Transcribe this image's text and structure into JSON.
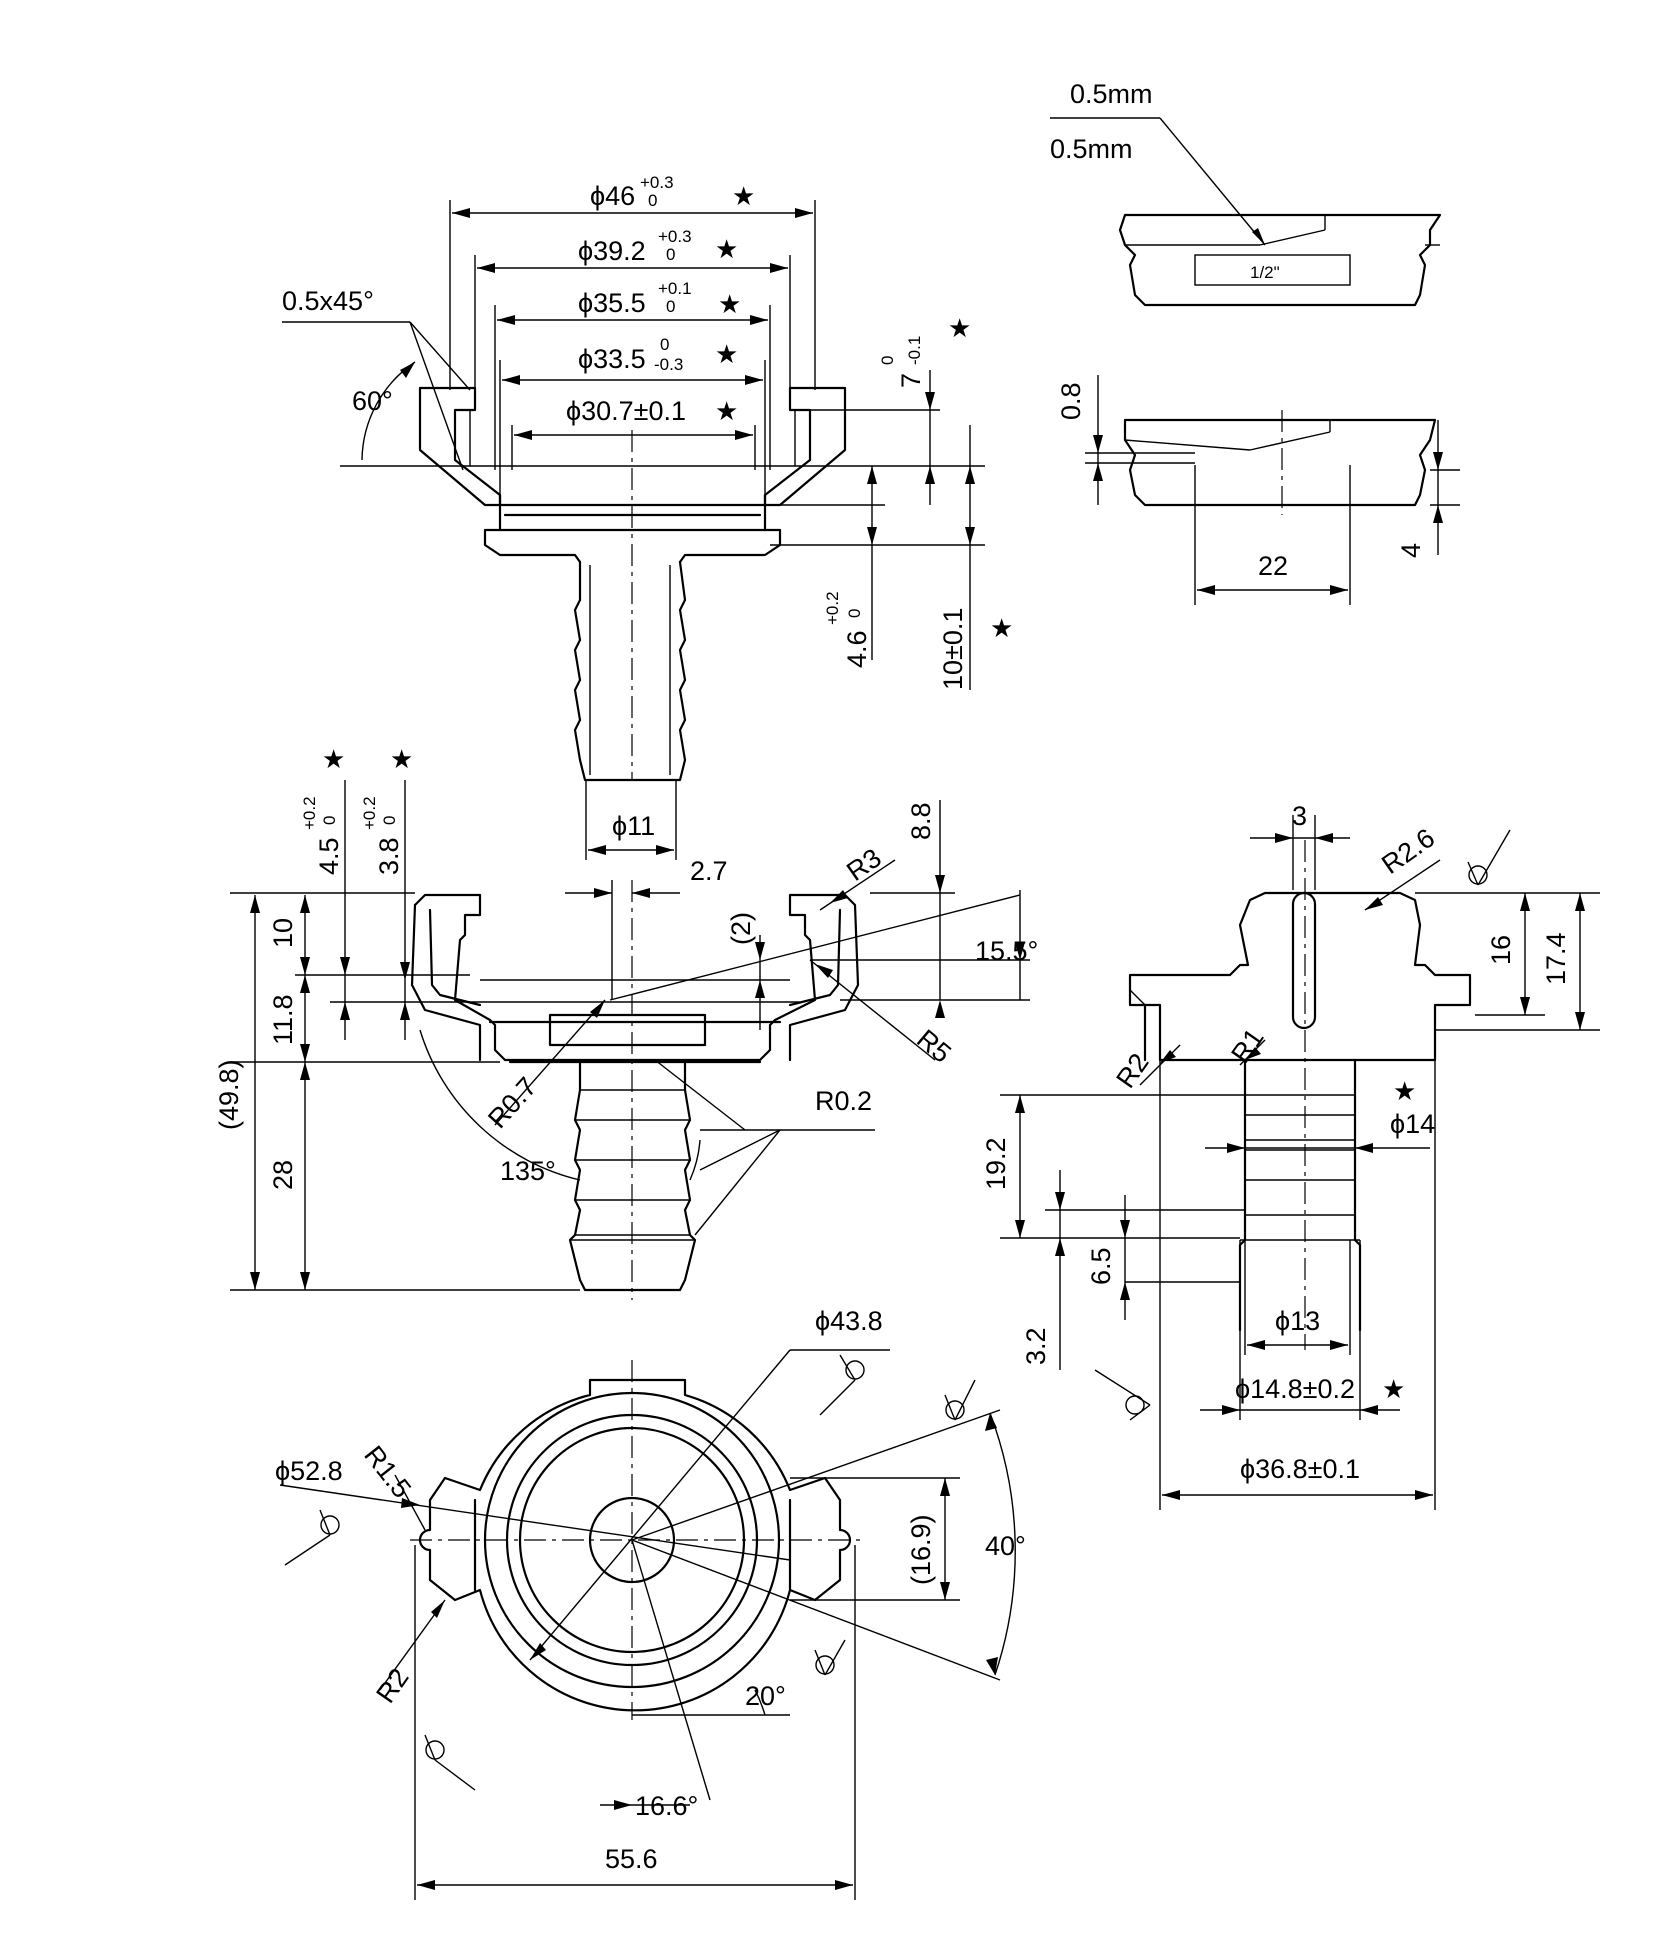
{
  "note": {
    "line1": "0.5mm",
    "line2": "0.5mm"
  },
  "size_label": "1/2\"",
  "star": "★",
  "top_view": {
    "d46": {
      "main": "ϕ46",
      "up": "+0.3",
      "low": "0"
    },
    "d39_2": {
      "main": "ϕ39.2",
      "up": "+0.3",
      "low": "0"
    },
    "d35_5": {
      "main": "ϕ35.5",
      "up": "+0.1",
      "low": "0"
    },
    "d33_5": {
      "main": "ϕ33.5",
      "up": "0",
      "low": "-0.3"
    },
    "d30_7": "ϕ30.7±0.1",
    "chamfer": "0.5x45°",
    "angle60": "60°",
    "h7": {
      "main": "7",
      "tol": "0",
      "tol2": "-0.1"
    },
    "h4_6": {
      "main": "4.6",
      "up": "+0.2",
      "low": "0"
    },
    "h10": "10±0.1",
    "d11": "ϕ11"
  },
  "right_top": {
    "h0_8": "0.8",
    "w22": "22",
    "h4": "4"
  },
  "front_view": {
    "h4_5": {
      "main": "4.5",
      "up": "+0.2",
      "low": "0"
    },
    "h3_8": {
      "main": "3.8",
      "up": "+0.2",
      "low": "0"
    },
    "w2_7": "2.7",
    "r3": "R3",
    "h8_8": "8.8",
    "p2": "(2)",
    "a15_5": "15.5°",
    "r5": "R5",
    "h10": "10",
    "h11_8": "11.8",
    "h49_8": "(49.8)",
    "h28": "28",
    "r0_7": "R0.7",
    "r0_2": "R0.2",
    "a135": "135°"
  },
  "side_view": {
    "w3": "3",
    "r2_6": "R2.6",
    "h16": "16",
    "h17_4": "17.4",
    "r2": "R2",
    "r1": "R1",
    "d14": "ϕ14",
    "h19_2": "19.2",
    "h6_5": "6.5",
    "h3_2": "3.2",
    "d13": "ϕ13",
    "d14_8": "ϕ14.8±0.2",
    "d36_8": "ϕ36.8±0.1"
  },
  "bottom_view": {
    "d43_8": "ϕ43.8",
    "d52_8": "ϕ52.8",
    "r1_5": "R1.5",
    "p16_9": "(16.9)",
    "a40": "40°",
    "r2": "R2",
    "a20": "20°",
    "a16_6": "16.6°",
    "w55_6": "55.6"
  }
}
